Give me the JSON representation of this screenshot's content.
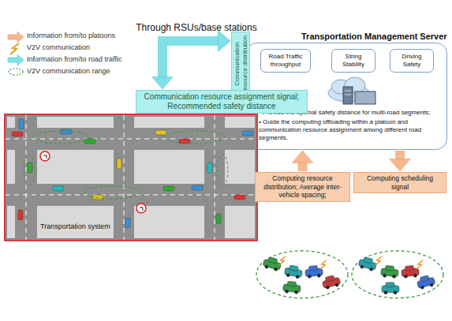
{
  "diagram": {
    "nodes": [
      {
        "text": [
          "Transportation Management Server",
          "• Provide the optimal safety distance for multi-road segments;",
          "• Guide the computing offloading within a platoon and communication resource assignment among different road segments."
        ]
      },
      {
        "text": [
          "Road Traffic throughput"
        ],
        "in": 0
      },
      {
        "text": [
          "String Stability"
        ],
        "in": 0
      },
      {
        "text": [
          "Driving Safety"
        ],
        "in": 0
      },
      {
        "text": [
          "Communication resource distribution"
        ]
      },
      {
        "text": [
          "Communication resource assignment signal; Recommended safety distance"
        ]
      },
      {
        "text": [
          "Transportation system"
        ]
      },
      {
        "text": [
          "Computing resource distribution; Average inter-vehicle spacing;"
        ]
      },
      {
        "text": [
          "Computing scheduling signal"
        ]
      }
    ],
    "edges": [
      {
        "from": 5,
        "to": 4,
        "arrow": "both",
        "label": "Through RSUs/base stations"
      },
      {
        "from": 7,
        "to": 0,
        "arrow": "to"
      },
      {
        "from": 0,
        "to": 8,
        "arrow": "to"
      }
    ],
    "legend": [
      {
        "text": "Information from/to platoons"
      },
      {
        "text": "V2V communication"
      },
      {
        "text": "Information from/to road traffic"
      },
      {
        "text": "V2V communication range"
      }
    ]
  }
}
